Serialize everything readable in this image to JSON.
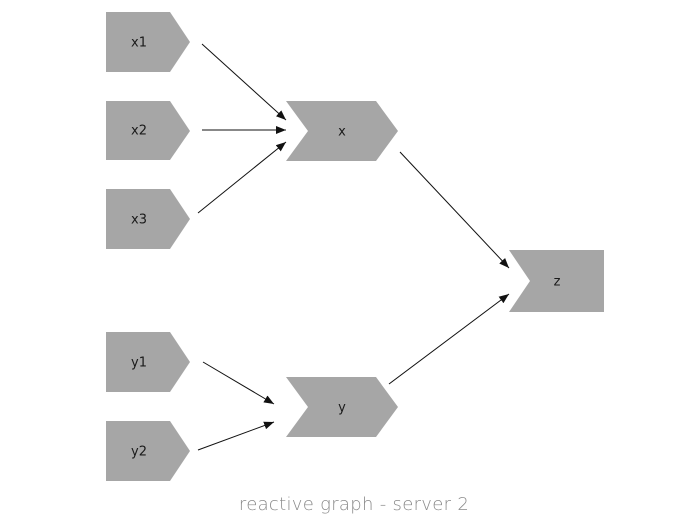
{
  "colors": {
    "node_fill": "#a6a6a6",
    "edge": "#111111",
    "label": "#1a1a1a",
    "caption": "#8a8a8a",
    "background": "#ffffff"
  },
  "nodes": {
    "x1": "x1",
    "x2": "x2",
    "x3": "x3",
    "x": "x",
    "y1": "y1",
    "y2": "y2",
    "y": "y",
    "z": "z"
  },
  "edges": [
    {
      "from": "x1",
      "to": "x"
    },
    {
      "from": "x2",
      "to": "x"
    },
    {
      "from": "x3",
      "to": "x"
    },
    {
      "from": "y1",
      "to": "y"
    },
    {
      "from": "y2",
      "to": "y"
    },
    {
      "from": "x",
      "to": "z"
    },
    {
      "from": "y",
      "to": "z"
    }
  ],
  "caption": "reactive graph - server 2"
}
